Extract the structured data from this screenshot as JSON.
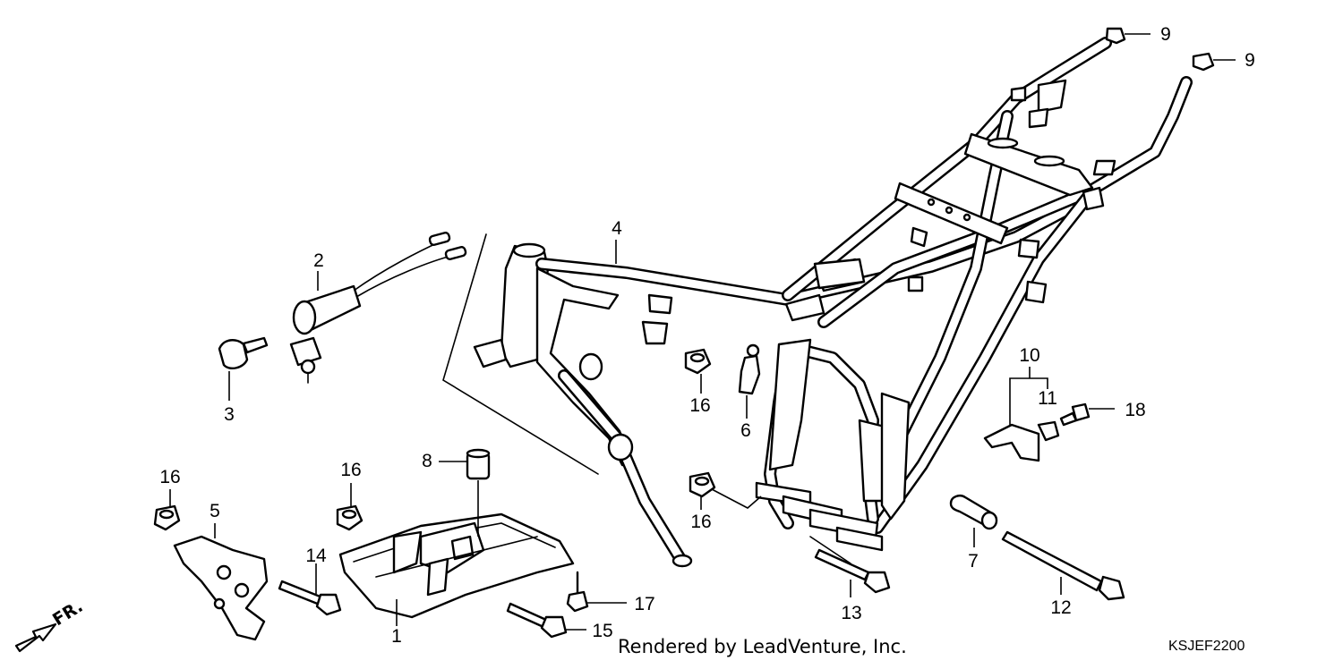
{
  "diagram": {
    "callouts": {
      "p1": "1",
      "p2": "2",
      "p3": "3",
      "p4": "4",
      "p5": "5",
      "p6": "6",
      "p7": "7",
      "p8": "8",
      "p9a": "9",
      "p9b": "9",
      "p10": "10",
      "p11": "11",
      "p12": "12",
      "p13": "13",
      "p14": "14",
      "p15": "15",
      "p16a": "16",
      "p16b": "16",
      "p16c": "16",
      "p16d": "16",
      "p17": "17",
      "p18": "18"
    },
    "direction_label": "FR.",
    "direction_icon": "front-direction-arrow-icon",
    "credit": "Rendered by LeadVenture, Inc.",
    "diagram_code": "KSJEF2200"
  }
}
